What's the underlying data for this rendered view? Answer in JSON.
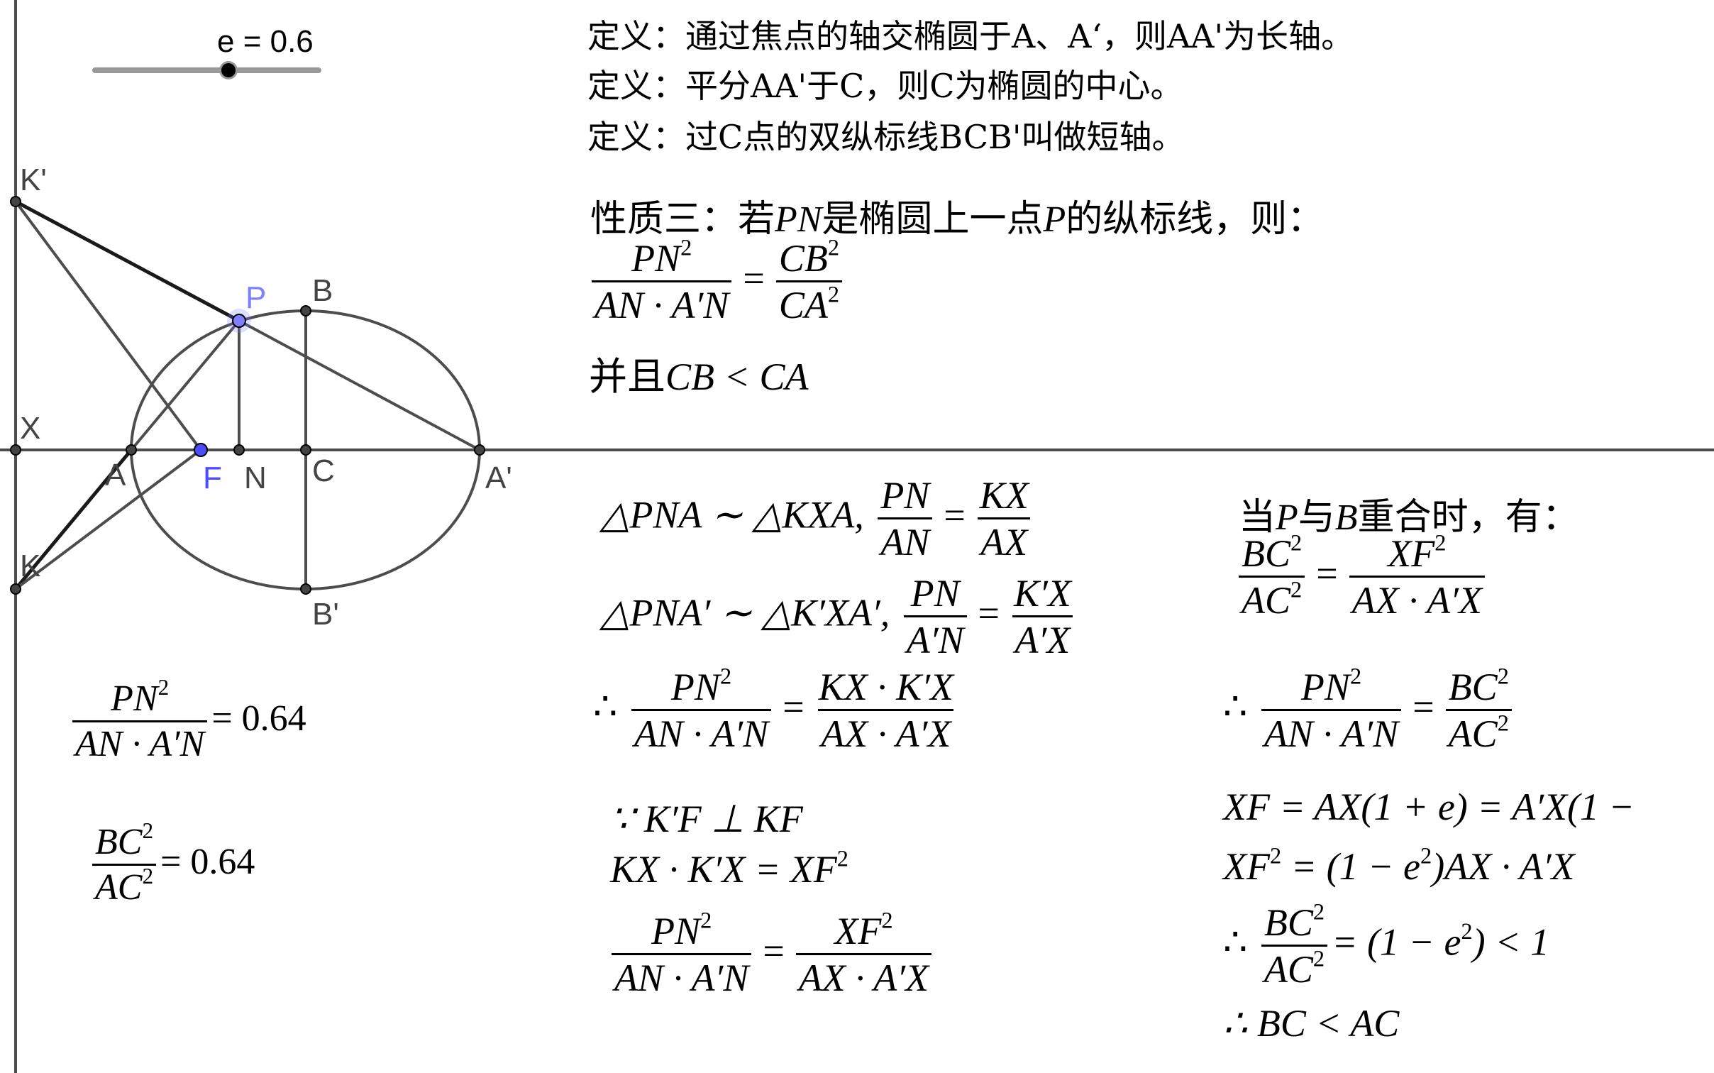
{
  "slider": {
    "label": "e = 0.6",
    "name": "e",
    "value": 0.6,
    "track_color": "#999999",
    "knob_color": "#000000"
  },
  "definitions": [
    "定义：通过焦点的轴交椭圆于A、A‘，则AA'为长轴。",
    "定义：平分AA'于C，则C为椭圆的中心。",
    "定义：过C点的双纵标线BCB'叫做短轴。"
  ],
  "property": {
    "title_pre": "性质三：若",
    "title_pn": "PN",
    "title_mid": "是椭圆上一点",
    "title_p": "P",
    "title_post": "的纵标线，则：",
    "lhs_num": "PN",
    "lhs_den": "AN · A′N",
    "rhs_num": "CB",
    "rhs_den": "CA",
    "and_pre": "并且",
    "and_expr": "CB < CA"
  },
  "geometry": {
    "points": {
      "X": {
        "label": "X",
        "color": "#444444"
      },
      "A": {
        "label": "A",
        "color": "#444444"
      },
      "F": {
        "label": "F",
        "color": "#4d4dff"
      },
      "N": {
        "label": "N",
        "color": "#444444"
      },
      "C": {
        "label": "C",
        "color": "#444444"
      },
      "A_prime": {
        "label": "A'",
        "color": "#444444"
      },
      "B": {
        "label": "B",
        "color": "#444444"
      },
      "B_prime": {
        "label": "B'",
        "color": "#444444"
      },
      "P": {
        "label": "P",
        "color": "#7f7fff"
      },
      "K": {
        "label": "K",
        "color": "#444444"
      },
      "K_prime": {
        "label": "K'",
        "color": "#444444"
      }
    },
    "line_color": "#4d4d4d",
    "highlight_color": "#1a1a1a"
  },
  "values": {
    "ratio1_num": "PN",
    "ratio1_den": "AN · A′N",
    "ratio1_value": "= 0.64",
    "ratio2_num": "BC",
    "ratio2_den": "AC",
    "ratio2_value": "= 0.64"
  },
  "proof_middle": {
    "row1_pre": "△PNA ∼ △KXA,",
    "row1_num1": "PN",
    "row1_den1": "AN",
    "row1_num2": "KX",
    "row1_den2": "AX",
    "row2_pre": "△PNA′ ∼ △K′XA′,",
    "row2_num1": "PN",
    "row2_den1": "A′N",
    "row2_num2": "K′X",
    "row2_den2": "A′X",
    "row3_pre": "∴",
    "row3_num1": "PN",
    "row3_den1": "AN · A′N",
    "row3_num2": "KX · K′X",
    "row3_den2": "AX · A′X",
    "row4": "∵ K′F ⊥ KF",
    "row5": "KX · K′X = XF",
    "row6_num1": "PN",
    "row6_den1": "AN · A′N",
    "row6_num2": "XF",
    "row6_den2": "AX · A′X"
  },
  "proof_right": {
    "row1_a": "当",
    "row1_p": "P",
    "row1_b": "与",
    "row1_bb": "B",
    "row1_c": "重合时，有：",
    "row2_num1": "BC",
    "row2_den1": "AC",
    "row2_num2": "XF",
    "row2_den2": "AX · A′X",
    "row3_pre": "∴",
    "row3_num1": "PN",
    "row3_den1": "AN · A′N",
    "row3_num2": "BC",
    "row3_den2": "AC",
    "row4": "XF = AX(1 + e) = A′X(1 −",
    "row5_a": "XF",
    "row5_b": " = (1 − e",
    "row5_c": ")AX · A′X",
    "row6_pre": "∴",
    "row6_num": "BC",
    "row6_den": "AC",
    "row6_rhs_a": "= (1 − e",
    "row6_rhs_b": ") < 1",
    "row7": "∴ BC < AC"
  },
  "superscript": "2"
}
